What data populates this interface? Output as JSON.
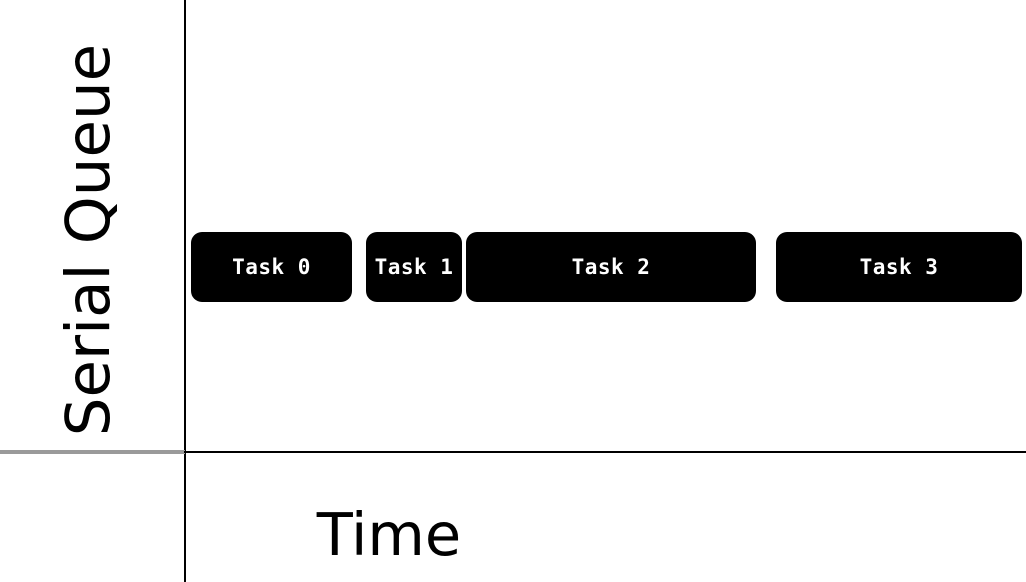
{
  "chart_data": {
    "type": "bar",
    "title": "",
    "xlabel": "Time",
    "ylabel": "Serial Queue",
    "orientation": "horizontal-timeline",
    "grid": false,
    "legend": null,
    "axis_color": "#000000",
    "baseline_color": "#9a9a9a",
    "bar_color": "#000000",
    "bar_label_color": "#ffffff",
    "categories": [
      "Task 0",
      "Task 1",
      "Task 2",
      "Task 3"
    ],
    "tasks": [
      {
        "label": "Task 0",
        "start": 191,
        "end": 352,
        "duration": 161,
        "top": 232,
        "height": 70
      },
      {
        "label": "Task 1",
        "start": 366,
        "end": 462,
        "duration": 96,
        "top": 232,
        "height": 70
      },
      {
        "label": "Task 2",
        "start": 466,
        "end": 756,
        "duration": 290,
        "top": 232,
        "height": 70
      },
      {
        "label": "Task 3",
        "start": 776,
        "end": 1022,
        "duration": 246,
        "top": 232,
        "height": 70
      }
    ],
    "values": [
      161,
      96,
      290,
      246
    ],
    "xlim": [
      184,
      1026
    ],
    "ylim": [
      0,
      451
    ]
  },
  "axes": {
    "y_axis_title": "Serial Queue",
    "x_axis_title": "Time"
  }
}
